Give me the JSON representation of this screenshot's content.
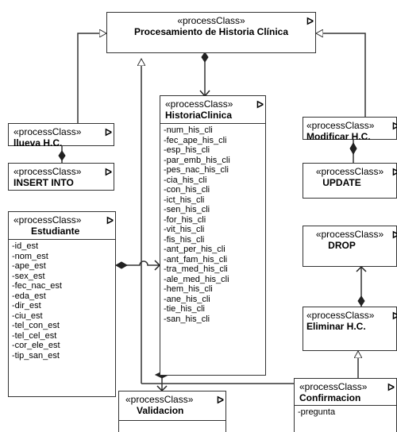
{
  "diagram": {
    "stereotype": "«processClass»",
    "stereotype_short": "«processClass»",
    "class_symbol": "ᐅ",
    "classes": {
      "procesamiento": {
        "name": "Procesamiento de Historia Clínica"
      },
      "nueva": {
        "name": "llueva H.C."
      },
      "insert": {
        "name": "INSERT INTO"
      },
      "estudiante": {
        "name": "Estudiante",
        "attributes": [
          "-id_est",
          "-nom_est",
          "-ape_est",
          "-sex_est",
          "-fec_nac_est",
          "-eda_est",
          "-dir_est",
          "-ciu_est",
          "-tel_con_est",
          "-tel_cel_est",
          "-cor_ele_est",
          "-tip_san_est"
        ]
      },
      "historia": {
        "name": "HistoriaClinica",
        "attributes": [
          "-num_his_cli",
          "-fec_ape_his_cli",
          "-esp_his_cli",
          "-par_emb_his_cli",
          "-pes_nac_his_cli",
          "-cia_his_cli",
          "-con_his_cli",
          "-ict_his_cli",
          "-sen_his_cli",
          "-for_his_cli",
          "-vit_his_cli",
          "-fis_his_cli",
          "-ant_per_his_cli",
          "-ant_fam_his_cli",
          "-tra_med_his_cli",
          "-ale_med_his_cli",
          "-hem_his_cli",
          "-ane_his_cli",
          "-tie_his_cli",
          "-san_his_cli"
        ]
      },
      "modificar": {
        "name": "Modificar H.C."
      },
      "update": {
        "name": "UPDATE"
      },
      "drop": {
        "name": "DROP"
      },
      "eliminar": {
        "name": "Eliminar H.C."
      },
      "validacion": {
        "name": "Validacion"
      },
      "confirmacion": {
        "name": "Confirmacion",
        "attributes": [
          "-pregunta"
        ]
      }
    }
  }
}
